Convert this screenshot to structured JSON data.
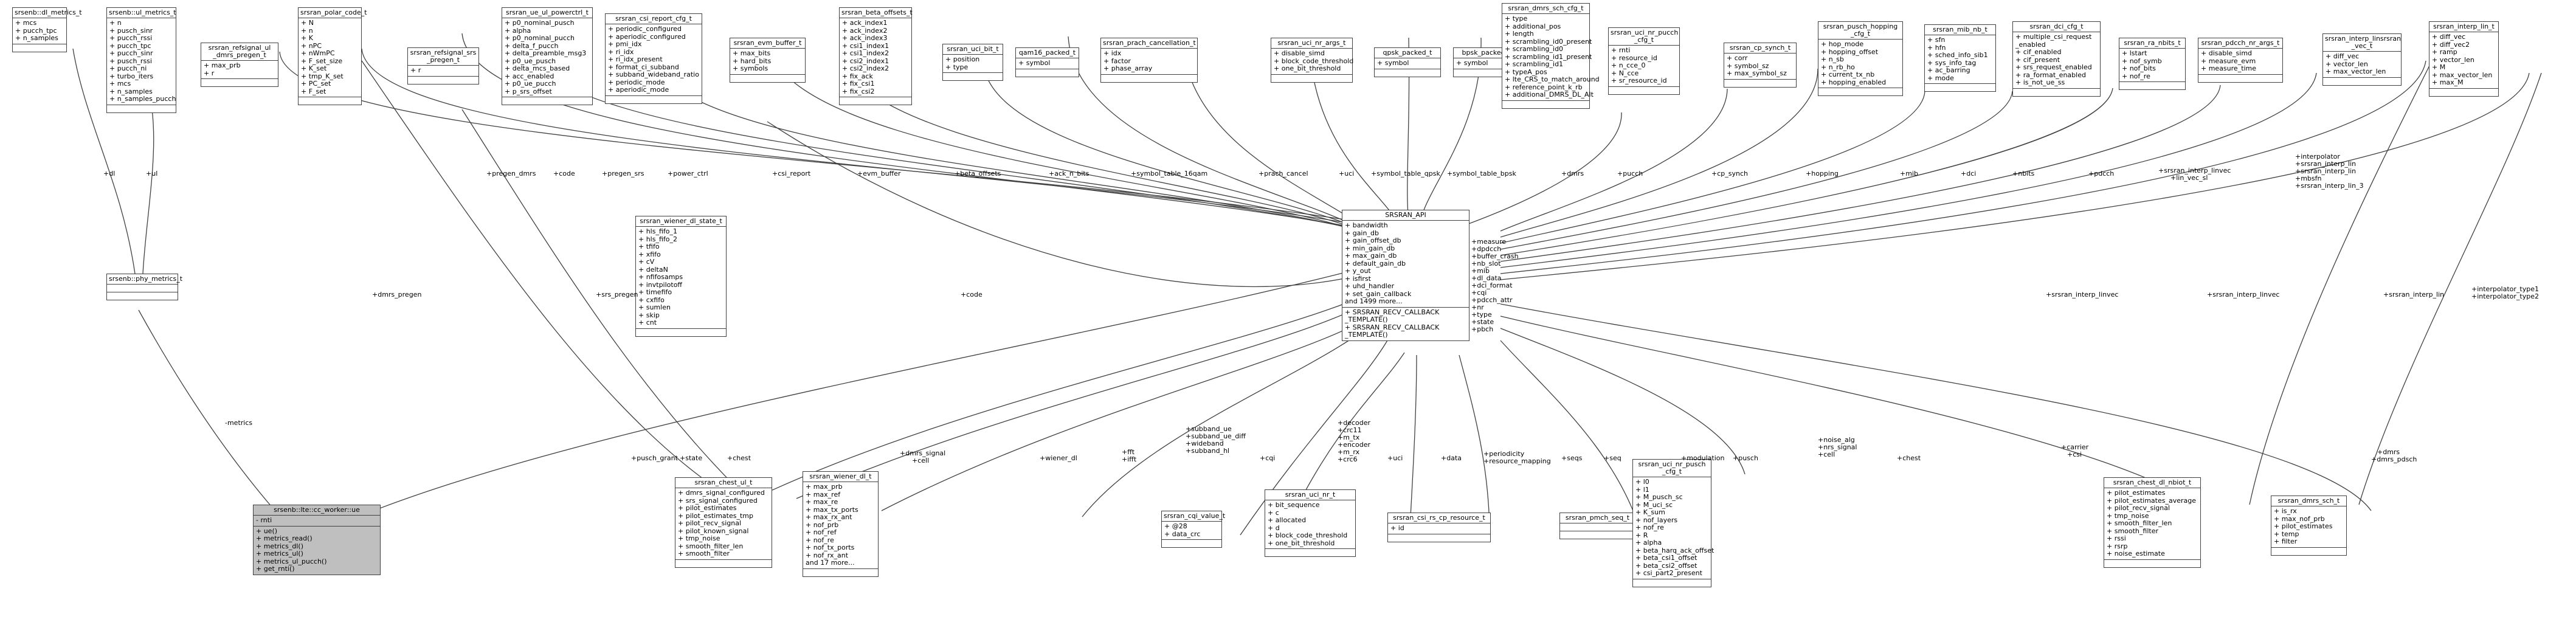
{
  "diagram": {
    "nodes": [
      {
        "id": "dl_metrics",
        "title": [
          "srsenb::dl_metrics_t"
        ],
        "attrs": [
          "+ mcs",
          "+ pucch_tpc",
          "+ n_samples"
        ],
        "methods": []
      },
      {
        "id": "ul_metrics",
        "title": [
          "srsenb::ul_metrics_t"
        ],
        "attrs": [
          "+ n",
          "+ pusch_sinr",
          "+ pucch_rssi",
          "+ pucch_tpc",
          "+ pucch_sinr",
          "+ pusch_rssi",
          "+ pucch_ni",
          "+ turbo_iters",
          "+ mcs",
          "+ n_samples",
          "+ n_samples_pucch"
        ],
        "methods": []
      },
      {
        "id": "phy_metrics",
        "title": [
          "srsenb::phy_metrics_t"
        ],
        "attrs": [],
        "methods": []
      },
      {
        "id": "cc_worker",
        "title": [
          "srsenb::lte::cc_worker::ue"
        ],
        "attrs": [
          "- rnti"
        ],
        "methods": [
          "+ ue()",
          "+ metrics_read()",
          "+ metrics_dl()",
          "+ metrics_ul()",
          "+ metrics_ul_pucch()",
          "+ get_rnti()"
        ]
      },
      {
        "id": "refsignal_ul",
        "title": [
          "srsran_refsignal_ul",
          "_dmrs_pregen_t"
        ],
        "attrs": [
          "+ max_prb",
          "+ r"
        ],
        "methods": []
      },
      {
        "id": "polar_code",
        "title": [
          "srsran_polar_code_t"
        ],
        "attrs": [
          "+ N",
          "+ n",
          "+ K",
          "+ nPC",
          "+ nWmPC",
          "+ F_set_size",
          "+ K_set",
          "+ tmp_K_set",
          "+ PC_set",
          "+ F_set"
        ],
        "methods": []
      },
      {
        "id": "refsignal_srs",
        "title": [
          "srsran_refsignal_srs",
          "_pregen_t"
        ],
        "attrs": [
          "+ r"
        ],
        "methods": []
      },
      {
        "id": "ue_ul_powerctrl",
        "title": [
          "srsran_ue_ul_powerctrl_t"
        ],
        "attrs": [
          "+ p0_nominal_pusch",
          "+ alpha",
          "+ p0_nominal_pucch",
          "+ delta_f_pucch",
          "+ delta_preamble_msg3",
          "+ p0_ue_pusch",
          "+ delta_mcs_based",
          "+ acc_enabled",
          "+ p0_ue_pucch",
          "+ p_srs_offset"
        ],
        "methods": []
      },
      {
        "id": "csi_report",
        "title": [
          "srsran_csi_report_cfg_t"
        ],
        "attrs": [
          "+ periodic_configured",
          "+ aperiodic_configured",
          "+ pmi_idx",
          "+ ri_idx",
          "+ ri_idx_present",
          "+ format_ci_subband",
          "+ subband_wideband_ratio",
          "+ periodic_mode",
          "+ aperiodic_mode"
        ],
        "methods": []
      },
      {
        "id": "evm_buffer",
        "title": [
          "srsran_evm_buffer_t"
        ],
        "attrs": [
          "+ max_bits",
          "+ hard_bits",
          "+ symbols"
        ],
        "methods": []
      },
      {
        "id": "beta_offsets",
        "title": [
          "srsran_beta_offsets_t"
        ],
        "attrs": [
          "+ ack_index1",
          "+ ack_index2",
          "+ ack_index3",
          "+ csi1_index1",
          "+ csi1_index2",
          "+ csi2_index1",
          "+ csi2_index2",
          "+ fix_ack",
          "+ fix_csi1",
          "+ fix_csi2"
        ],
        "methods": []
      },
      {
        "id": "uci_bit",
        "title": [
          "srsran_uci_bit_t"
        ],
        "attrs": [
          "+ position",
          "+ type"
        ],
        "methods": []
      },
      {
        "id": "qam16",
        "title": [
          "qam16_packed_t"
        ],
        "attrs": [
          "+ symbol"
        ],
        "methods": []
      },
      {
        "id": "prach_cancel",
        "title": [
          "srsran_prach_cancellation_t"
        ],
        "attrs": [
          "+ idx",
          "+ factor",
          "+ phase_array"
        ],
        "methods": []
      },
      {
        "id": "uci_nr_args",
        "title": [
          "srsran_uci_nr_args_t"
        ],
        "attrs": [
          "+ disable_simd",
          "+ block_code_threshold",
          "+ one_bit_threshold"
        ],
        "methods": []
      },
      {
        "id": "qpsk",
        "title": [
          "qpsk_packed_t"
        ],
        "attrs": [
          "+ symbol"
        ],
        "methods": []
      },
      {
        "id": "bpsk",
        "title": [
          "bpsk_packed_t"
        ],
        "attrs": [
          "+ symbol"
        ],
        "methods": []
      },
      {
        "id": "dmrs_sch_cfg",
        "title": [
          "srsran_dmrs_sch_cfg_t"
        ],
        "attrs": [
          "+ type",
          "+ additional_pos",
          "+ length",
          "+ scrambling_id0_present",
          "+ scrambling_id0",
          "+ scrambling_id1_present",
          "+ scrambling_id1",
          "+ typeA_pos",
          "+ lte_CRS_to_match_around",
          "+ reference_point_k_rb",
          "+ additional_DMRS_DL_Alt"
        ],
        "methods": []
      },
      {
        "id": "uci_nr_pucch",
        "title": [
          "srsran_uci_nr_pucch",
          "_cfg_t"
        ],
        "attrs": [
          "+ rnti",
          "+ resource_id",
          "+ n_cce_0",
          "+ N_cce",
          "+ sr_resource_id"
        ],
        "methods": []
      },
      {
        "id": "cp_synch",
        "title": [
          "srsran_cp_synch_t"
        ],
        "attrs": [
          "+ corr",
          "+ symbol_sz",
          "+ max_symbol_sz"
        ],
        "methods": []
      },
      {
        "id": "pusch_hopping",
        "title": [
          "srsran_pusch_hopping",
          "_cfg_t"
        ],
        "attrs": [
          "+ hop_mode",
          "+ hopping_offset",
          "+ n_sb",
          "+ n_rb_ho",
          "+ current_tx_nb",
          "+ hopping_enabled"
        ],
        "methods": []
      },
      {
        "id": "mib_nb",
        "title": [
          "srsran_mib_nb_t"
        ],
        "attrs": [
          "+ sfn",
          "+ hfn",
          "+ sched_info_sib1",
          "+ sys_info_tag",
          "+ ac_barring",
          "+ mode"
        ],
        "methods": []
      },
      {
        "id": "dci_cfg",
        "title": [
          "srsran_dci_cfg_t"
        ],
        "attrs": [
          "+ multiple_csi_request",
          "_enabled",
          "+ cif_enabled",
          "+ cif_present",
          "+ srs_request_enabled",
          "+ ra_format_enabled",
          "+ is_not_ue_ss"
        ],
        "methods": []
      },
      {
        "id": "ra_nbits",
        "title": [
          "srsran_ra_nbits_t"
        ],
        "attrs": [
          "+ lstart",
          "+ nof_symb",
          "+ nof_bits",
          "+ nof_re"
        ],
        "methods": []
      },
      {
        "id": "pdcch_nr_args",
        "title": [
          "srsran_pdcch_nr_args_t"
        ],
        "attrs": [
          "+ disable_simd",
          "+ measure_evm",
          "+ measure_time"
        ],
        "methods": []
      },
      {
        "id": "interp_linsrs",
        "title": [
          "srsran_interp_linsrsran",
          "_vec_t"
        ],
        "attrs": [
          "+ diff_vec",
          "+ vector_len",
          "+ max_vector_len"
        ],
        "methods": []
      },
      {
        "id": "interp_lin",
        "title": [
          "srsran_interp_lin_t"
        ],
        "attrs": [
          "+ diff_vec",
          "+ diff_vec2",
          "+ ramp",
          "+ vector_len",
          "+ M",
          "+ max_vector_len",
          "+ max_M"
        ],
        "methods": []
      },
      {
        "id": "srsran_api",
        "title": [
          "SRSRAN_API"
        ],
        "attrs": [
          "+ bandwidth",
          "+ gain_db",
          "+ gain_offset_db",
          "+ min_gain_db",
          "+ max_gain_db",
          "+ default_gain_db",
          "+ y_out",
          "+ isfirst",
          "+ uhd_handler",
          "+ set_gain_callback",
          "and 1499 more..."
        ],
        "methods": [
          "+ SRSRAN_RECV_CALLBACK",
          "_TEMPLATE()",
          "+ SRSRAN_RECV_CALLBACK",
          "_TEMPLATE()"
        ]
      },
      {
        "id": "wiener_dl_state",
        "title": [
          "srsran_wiener_dl_state_t"
        ],
        "attrs": [
          "+ hls_fifo_1",
          "+ hls_fifo_2",
          "+ tfifo",
          "+ xfifo",
          "+ cV",
          "+ deltaN",
          "+ nfifosamps",
          "+ invtpilotoff",
          "+ timefifo",
          "+ cxfifo",
          "+ sumlen",
          "+ skip",
          "+ cnt"
        ],
        "methods": []
      },
      {
        "id": "chest_ul",
        "title": [
          "srsran_chest_ul_t"
        ],
        "attrs": [
          "+ dmrs_signal_configured",
          "+ srs_signal_configured",
          "+ pilot_estimates",
          "+ pilot_estimates_tmp",
          "+ pilot_recv_signal",
          "+ pilot_known_signal",
          "+ tmp_noise",
          "+ smooth_filter_len",
          "+ smooth_filter"
        ],
        "methods": []
      },
      {
        "id": "wiener_dl",
        "title": [
          "srsran_wiener_dl_t"
        ],
        "attrs": [
          "+ max_prb",
          "+ max_ref",
          "+ max_re",
          "+ max_tx_ports",
          "+ max_rx_ant",
          "+ nof_prb",
          "+ nof_ref",
          "+ nof_re",
          "+ nof_tx_ports",
          "+ nof_rx_ant",
          "and 17 more..."
        ],
        "methods": []
      },
      {
        "id": "cqi_value",
        "title": [
          "srsran_cqi_value_t"
        ],
        "attrs": [
          "+ @28",
          "+ data_crc"
        ],
        "methods": []
      },
      {
        "id": "uci_nr",
        "title": [
          "srsran_uci_nr_t"
        ],
        "attrs": [
          "+ bit_sequence",
          "+ c",
          "+ allocated",
          "+ d",
          "+ block_code_threshold",
          "+ one_bit_threshold"
        ],
        "methods": []
      },
      {
        "id": "csi_rs_cp",
        "title": [
          "srsran_csi_rs_cp_resource_t"
        ],
        "attrs": [
          "+ id"
        ],
        "methods": []
      },
      {
        "id": "pmch_seq",
        "title": [
          "srsran_pmch_seq_t"
        ],
        "attrs": [],
        "methods": []
      },
      {
        "id": "uci_nr_pusch",
        "title": [
          "srsran_uci_nr_pusch",
          "_cfg_t"
        ],
        "attrs": [
          "+ l0",
          "+ l1",
          "+ M_pusch_sc",
          "+ M_uci_sc",
          "+ K_sum",
          "+ nof_layers",
          "+ nof_re",
          "+ R",
          "+ alpha",
          "+ beta_harq_ack_offset",
          "+ beta_csi1_offset",
          "+ beta_csi2_offset",
          "+ csi_part2_present"
        ],
        "methods": []
      },
      {
        "id": "chest_dl_nbiot",
        "title": [
          "srsran_chest_dl_nbiot_t"
        ],
        "attrs": [
          "+ pilot_estimates",
          "+ pilot_estimates_average",
          "+ pilot_recv_signal",
          "+ tmp_noise",
          "+ smooth_filter_len",
          "+ smooth_filter",
          "+ rssi",
          "+ rsrp",
          "+ noise_estimate"
        ],
        "methods": []
      },
      {
        "id": "dmrs_sch",
        "title": [
          "srsran_dmrs_sch_t"
        ],
        "attrs": [
          "+ is_rx",
          "+ max_nof_prb",
          "+ pilot_estimates",
          "+ temp",
          "+ filter"
        ],
        "methods": []
      }
    ],
    "edge_labels": [
      {
        "id": "dl",
        "text": "+dl"
      },
      {
        "id": "ul",
        "text": "+ul"
      },
      {
        "id": "metrics",
        "text": "-metrics"
      },
      {
        "id": "dmrs_pregen_a",
        "text": "+pregen_dmrs"
      },
      {
        "id": "code_a",
        "text": "+code"
      },
      {
        "id": "pregen_srs",
        "text": "+pregen_srs"
      },
      {
        "id": "power_ctrl",
        "text": "+power_ctrl"
      },
      {
        "id": "csi_report",
        "text": "+csi_report"
      },
      {
        "id": "evm_buffer",
        "text": "+evm_buffer"
      },
      {
        "id": "beta_offsets",
        "text": "+beta_offsets"
      },
      {
        "id": "ack_n_bits",
        "text": "+ack_n_bits"
      },
      {
        "id": "sym16qam",
        "text": "+symbol_table_16qam"
      },
      {
        "id": "prach_cancel",
        "text": "+prach_cancel"
      },
      {
        "id": "uci",
        "text": "+uci"
      },
      {
        "id": "symqpsk",
        "text": "+symbol_table_qpsk"
      },
      {
        "id": "symbpsk",
        "text": "+symbol_table_bpsk"
      },
      {
        "id": "dmrs",
        "text": "+dmrs"
      },
      {
        "id": "pucch",
        "text": "+pucch"
      },
      {
        "id": "cp_synch",
        "text": "+cp_synch"
      },
      {
        "id": "hopping",
        "text": "+hopping"
      },
      {
        "id": "mib",
        "text": "+mib"
      },
      {
        "id": "dci",
        "text": "+dci"
      },
      {
        "id": "nbits",
        "text": "+nbits"
      },
      {
        "id": "pdcch",
        "text": "+pdcch"
      },
      {
        "id": "interp_linvec",
        "text": "+srsran_interp_linvec"
      },
      {
        "id": "interp_linvec2",
        "text": "+lin_vec_sl"
      },
      {
        "id": "interp_multi_1",
        "text": "+interpolator"
      },
      {
        "id": "interp_multi_2",
        "text": "+srsran_interp_lin"
      },
      {
        "id": "interp_multi_3",
        "text": "+srsran_interp_lin"
      },
      {
        "id": "interp_multi_4",
        "text": "+mbsfn"
      },
      {
        "id": "interp_multi_5",
        "text": "+srsran_interp_lin_3"
      },
      {
        "id": "dmrs_pregen_b",
        "text": "+dmrs_pregen"
      },
      {
        "id": "srs_pregen",
        "text": "+srs_pregen"
      },
      {
        "id": "code_b",
        "text": "+code"
      },
      {
        "id": "interp_linvec_b",
        "text": "+srsran_interp_linvec"
      },
      {
        "id": "interp_linvec_c",
        "text": "+srsran_interp_linvec"
      },
      {
        "id": "interp_lin_b",
        "text": "+srsran_interp_lin"
      },
      {
        "id": "interp_type_1",
        "text": "+interpolator_type1"
      },
      {
        "id": "interp_type_2",
        "text": "+interpolator_type2"
      },
      {
        "id": "api_right_1",
        "text": "+measure"
      },
      {
        "id": "api_right_2",
        "text": "+dpdcch"
      },
      {
        "id": "api_right_3",
        "text": "+buffer_crash"
      },
      {
        "id": "api_right_4",
        "text": "+nb_slot"
      },
      {
        "id": "api_right_5",
        "text": "+mib"
      },
      {
        "id": "api_right_6",
        "text": "+dl_data"
      },
      {
        "id": "api_right_7",
        "text": "+dci_format"
      },
      {
        "id": "api_right_8",
        "text": "+cqi"
      },
      {
        "id": "api_right_9",
        "text": "+pdcch_attr"
      },
      {
        "id": "api_right_10",
        "text": "+nr"
      },
      {
        "id": "api_right_11",
        "text": "+type"
      },
      {
        "id": "api_right_12",
        "text": "+state"
      },
      {
        "id": "api_right_13",
        "text": "+pbch"
      },
      {
        "id": "pusch_grant",
        "text": "+pusch_grant"
      },
      {
        "id": "state",
        "text": "+state"
      },
      {
        "id": "chest_a",
        "text": "+chest"
      },
      {
        "id": "dmrs_signal",
        "text": "+dmrs_signal"
      },
      {
        "id": "cell_a",
        "text": "+cell"
      },
      {
        "id": "wiener",
        "text": "+wiener_dl"
      },
      {
        "id": "fft_1",
        "text": "+fft"
      },
      {
        "id": "fft_2",
        "text": "+ifft"
      },
      {
        "id": "subband_ue",
        "text": "+subband_ue"
      },
      {
        "id": "subband_ue_diff",
        "text": "+subband_ue_diff"
      },
      {
        "id": "wideband",
        "text": "+wideband"
      },
      {
        "id": "subband_hl",
        "text": "+subband_hl"
      },
      {
        "id": "cqi",
        "text": "+cqi"
      },
      {
        "id": "decoder_1",
        "text": "+decoder"
      },
      {
        "id": "decoder_2",
        "text": "+crc11"
      },
      {
        "id": "decoder_3",
        "text": "+m_tx"
      },
      {
        "id": "decoder_4",
        "text": "+encoder"
      },
      {
        "id": "decoder_5",
        "text": "+m_rx"
      },
      {
        "id": "decoder_6",
        "text": "+crc6"
      },
      {
        "id": "uci_b",
        "text": "+uci"
      },
      {
        "id": "data",
        "text": "+data"
      },
      {
        "id": "periodicity",
        "text": "+periodicity"
      },
      {
        "id": "resource_mapping",
        "text": "+resource_mapping"
      },
      {
        "id": "seqs",
        "text": "+seqs"
      },
      {
        "id": "seq",
        "text": "+seq"
      },
      {
        "id": "modulation",
        "text": "+modulation"
      },
      {
        "id": "pusch",
        "text": "+pusch"
      },
      {
        "id": "noise_alg",
        "text": "+noise_alg"
      },
      {
        "id": "nrs_signal",
        "text": "+nrs_signal"
      },
      {
        "id": "cell_b",
        "text": "+cell"
      },
      {
        "id": "chest_b",
        "text": "+chest"
      },
      {
        "id": "carrier",
        "text": "+carrier"
      },
      {
        "id": "csi",
        "text": "+csi"
      },
      {
        "id": "dmrs_b",
        "text": "+dmrs"
      },
      {
        "id": "dmrs_pdsch",
        "text": "+dmrs_pdsch"
      }
    ]
  }
}
